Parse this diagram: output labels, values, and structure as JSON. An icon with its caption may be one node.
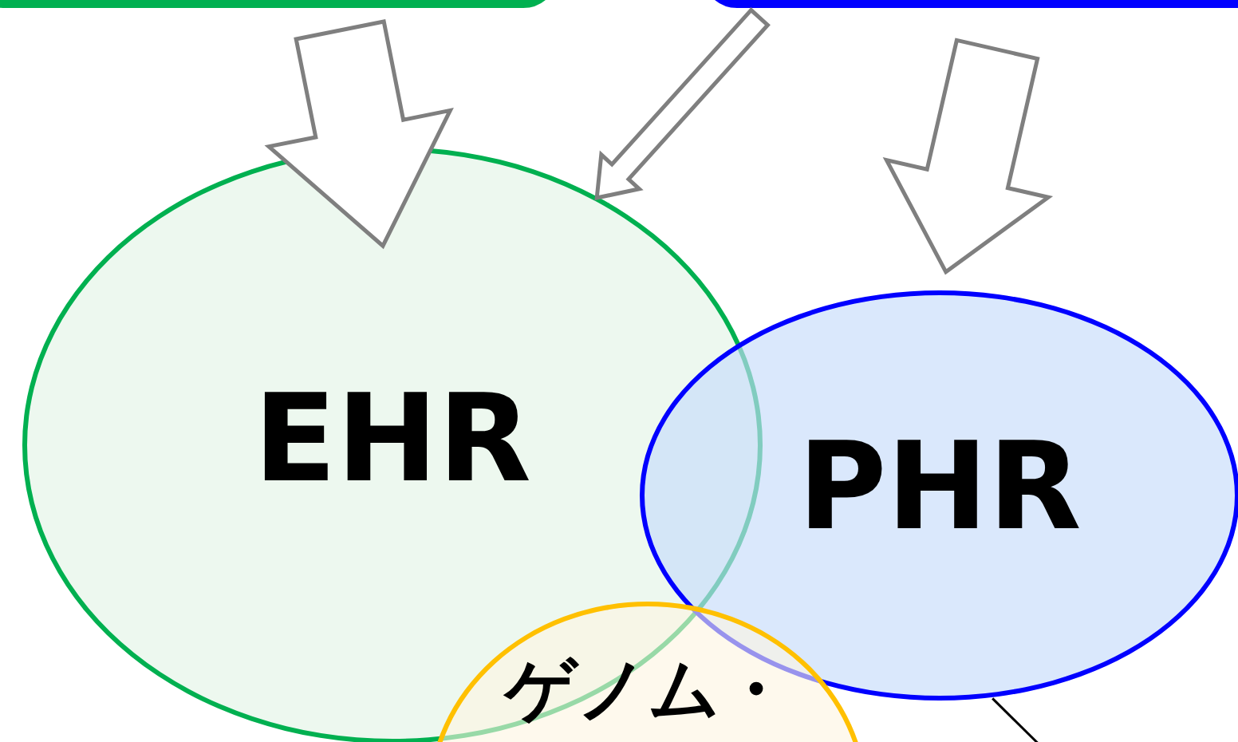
{
  "diagram": {
    "nodes": [
      {
        "text": [],
        "shape": "box"
      },
      {
        "text": [],
        "shape": "box"
      },
      {
        "text": [
          "EHR"
        ]
      },
      {
        "text": [
          "PHR"
        ]
      },
      {
        "text": [
          "ゲノム・"
        ]
      }
    ],
    "edges": [
      {
        "from": 0,
        "to": 2,
        "arrow": "to"
      },
      {
        "from": 1,
        "to": 2,
        "arrow": "to"
      },
      {
        "from": 1,
        "to": 3,
        "arrow": "to"
      },
      {
        "from": 3,
        "to": null,
        "arrow": "none"
      }
    ]
  }
}
